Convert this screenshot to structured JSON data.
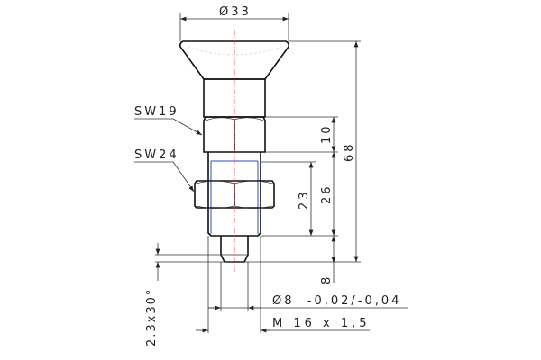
{
  "drawing": {
    "dimensions": {
      "head_diameter": "Ø33",
      "overall_length": "68",
      "hex_height": "10",
      "thread_length": "23",
      "body_length": "26",
      "pin_length": "8",
      "chamfer": "2.3x30°",
      "pin_diameter": "Ø8  -0,02/-0,04",
      "thread": "M 16 x 1,5"
    },
    "labels": {
      "hex_wrench_size": "SW19",
      "nut_wrench_size": "SW24"
    },
    "colors": {
      "outline": "#111111",
      "centerline": "#e04040",
      "thread_line": "#2a4fb0"
    }
  }
}
